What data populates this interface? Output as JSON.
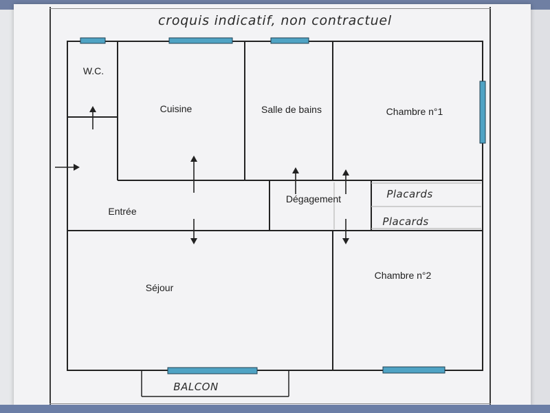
{
  "title": "croquis indicatif, non contractuel",
  "rooms": {
    "wc": "W.C.",
    "cuisine": "Cuisine",
    "salle_de_bains": "Salle de bains",
    "chambre1": "Chambre n°1",
    "entree": "Entrée",
    "degagement": "Dégagement",
    "placards_top": "Placards",
    "placards_bottom": "Placards",
    "sejour": "Séjour",
    "chambre2": "Chambre n°2",
    "balcon": "BALCON"
  },
  "colors": {
    "wall": "#222222",
    "window": "#4fa3c4",
    "window_edge": "#1f3f50",
    "light_line": "#b8b8b8"
  }
}
